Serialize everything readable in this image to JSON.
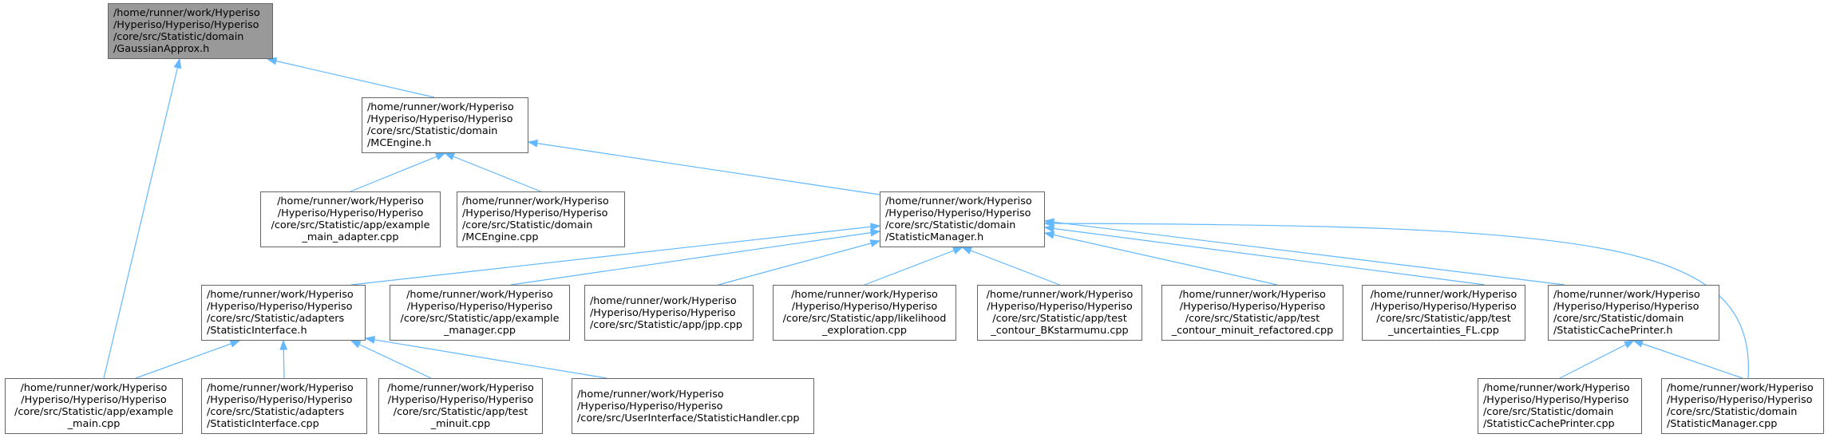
{
  "colors": {
    "edge": "#63b8ff",
    "node_border": "#666666",
    "root_fill": "#999999",
    "node_fill": "#ffffff"
  },
  "nodes": [
    {
      "id": "gaussian",
      "root": true,
      "lines": [
        "/home/runner/work/Hyperiso",
        "/Hyperiso/Hyperiso/Hyperiso",
        "/core/src/Statistic/domain",
        "/GaussianApprox.h"
      ]
    },
    {
      "id": "mcengine_h",
      "lines": [
        "/home/runner/work/Hyperiso",
        "/Hyperiso/Hyperiso/Hyperiso",
        "/core/src/Statistic/domain",
        "/MCEngine.h"
      ]
    },
    {
      "id": "example_main_adapter",
      "center": true,
      "lines": [
        "/home/runner/work/Hyperiso",
        "/Hyperiso/Hyperiso/Hyperiso",
        "/core/src/Statistic/app/example",
        "_main_adapter.cpp"
      ]
    },
    {
      "id": "mcengine_cpp",
      "lines": [
        "/home/runner/work/Hyperiso",
        "/Hyperiso/Hyperiso/Hyperiso",
        "/core/src/Statistic/domain",
        "/MCEngine.cpp"
      ]
    },
    {
      "id": "statmanager_h",
      "lines": [
        "/home/runner/work/Hyperiso",
        "/Hyperiso/Hyperiso/Hyperiso",
        "/core/src/Statistic/domain",
        "/StatisticManager.h"
      ]
    },
    {
      "id": "statinterface_h",
      "lines": [
        "/home/runner/work/Hyperiso",
        "/Hyperiso/Hyperiso/Hyperiso",
        "/core/src/Statistic/adapters",
        "/StatisticInterface.h"
      ]
    },
    {
      "id": "example_manager",
      "center": true,
      "lines": [
        "/home/runner/work/Hyperiso",
        "/Hyperiso/Hyperiso/Hyperiso",
        "/core/src/Statistic/app/example",
        "_manager.cpp"
      ]
    },
    {
      "id": "jpp",
      "lines": [
        "/home/runner/work/Hyperiso",
        "/Hyperiso/Hyperiso/Hyperiso",
        "/core/src/Statistic/app/jpp.cpp"
      ]
    },
    {
      "id": "likelihood",
      "center": true,
      "lines": [
        "/home/runner/work/Hyperiso",
        "/Hyperiso/Hyperiso/Hyperiso",
        "/core/src/Statistic/app/likelihood",
        "_exploration.cpp"
      ]
    },
    {
      "id": "contour_bk",
      "center": true,
      "lines": [
        "/home/runner/work/Hyperiso",
        "/Hyperiso/Hyperiso/Hyperiso",
        "/core/src/Statistic/app/test",
        "_contour_BKstarmumu.cpp"
      ]
    },
    {
      "id": "contour_minuit",
      "center": true,
      "lines": [
        "/home/runner/work/Hyperiso",
        "/Hyperiso/Hyperiso/Hyperiso",
        "/core/src/Statistic/app/test",
        "_contour_minuit_refactored.cpp"
      ]
    },
    {
      "id": "uncert",
      "center": true,
      "lines": [
        "/home/runner/work/Hyperiso",
        "/Hyperiso/Hyperiso/Hyperiso",
        "/core/src/Statistic/app/test",
        "_uncertainties_FL.cpp"
      ]
    },
    {
      "id": "cacheprinter_h",
      "lines": [
        "/home/runner/work/Hyperiso",
        "/Hyperiso/Hyperiso/Hyperiso",
        "/core/src/Statistic/domain",
        "/StatisticCachePrinter.h"
      ]
    },
    {
      "id": "example_main",
      "center": true,
      "lines": [
        "/home/runner/work/Hyperiso",
        "/Hyperiso/Hyperiso/Hyperiso",
        "/core/src/Statistic/app/example",
        "_main.cpp"
      ]
    },
    {
      "id": "statinterface_cpp",
      "lines": [
        "/home/runner/work/Hyperiso",
        "/Hyperiso/Hyperiso/Hyperiso",
        "/core/src/Statistic/adapters",
        "/StatisticInterface.cpp"
      ]
    },
    {
      "id": "test_minuit",
      "center": true,
      "lines": [
        "/home/runner/work/Hyperiso",
        "/Hyperiso/Hyperiso/Hyperiso",
        "/core/src/Statistic/app/test",
        "_minuit.cpp"
      ]
    },
    {
      "id": "stathandler",
      "lines": [
        "/home/runner/work/Hyperiso",
        "/Hyperiso/Hyperiso/Hyperiso",
        "/core/src/UserInterface/StatisticHandler.cpp"
      ]
    },
    {
      "id": "cacheprinter_cpp",
      "lines": [
        "/home/runner/work/Hyperiso",
        "/Hyperiso/Hyperiso/Hyperiso",
        "/core/src/Statistic/domain",
        "/StatisticCachePrinter.cpp"
      ]
    },
    {
      "id": "statmanager_cpp",
      "lines": [
        "/home/runner/work/Hyperiso",
        "/Hyperiso/Hyperiso/Hyperiso",
        "/core/src/Statistic/domain",
        "/StatisticManager.cpp"
      ]
    }
  ],
  "edges": [
    {
      "from": "mcengine_h",
      "to": "gaussian"
    },
    {
      "from": "example_main",
      "to": "gaussian"
    },
    {
      "from": "example_main_adapter",
      "to": "mcengine_h"
    },
    {
      "from": "mcengine_cpp",
      "to": "mcengine_h"
    },
    {
      "from": "statmanager_h",
      "to": "mcengine_h"
    },
    {
      "from": "statinterface_h",
      "to": "statmanager_h"
    },
    {
      "from": "example_manager",
      "to": "statmanager_h"
    },
    {
      "from": "jpp",
      "to": "statmanager_h"
    },
    {
      "from": "likelihood",
      "to": "statmanager_h"
    },
    {
      "from": "contour_bk",
      "to": "statmanager_h"
    },
    {
      "from": "contour_minuit",
      "to": "statmanager_h"
    },
    {
      "from": "uncert",
      "to": "statmanager_h"
    },
    {
      "from": "cacheprinter_h",
      "to": "statmanager_h"
    },
    {
      "from": "statmanager_cpp",
      "to": "statmanager_h"
    },
    {
      "from": "example_main",
      "to": "statinterface_h"
    },
    {
      "from": "statinterface_cpp",
      "to": "statinterface_h"
    },
    {
      "from": "test_minuit",
      "to": "statinterface_h"
    },
    {
      "from": "stathandler",
      "to": "statinterface_h"
    },
    {
      "from": "cacheprinter_cpp",
      "to": "cacheprinter_h"
    },
    {
      "from": "statmanager_cpp",
      "to": "cacheprinter_h"
    }
  ]
}
